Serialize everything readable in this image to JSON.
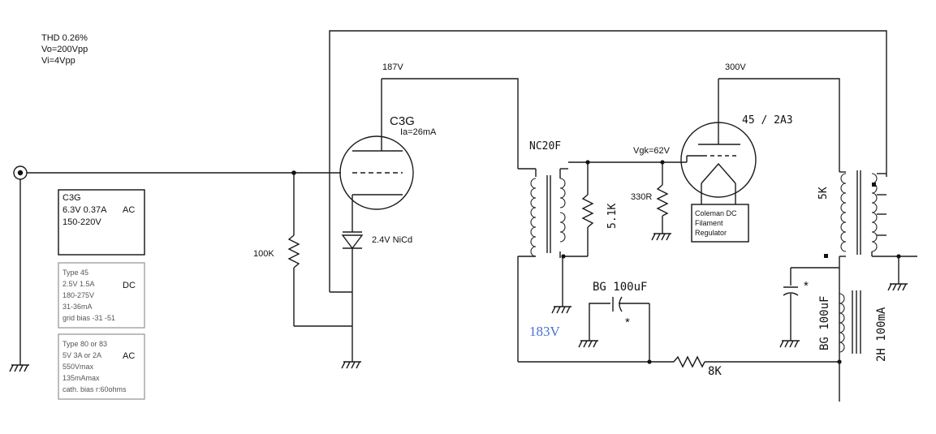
{
  "notes": {
    "thd": "THD 0.26%",
    "vo": "Vo=200Vpp",
    "vi": "Vi=4Vpp"
  },
  "spec_c3g": {
    "title": "C3G",
    "line1": "6.3V 0.37A",
    "line2": "150-220V",
    "supply": "AC"
  },
  "spec_45": {
    "lines": [
      "Type 45",
      "2.5V 1.5A",
      "180-275V",
      "31-36mA",
      "grid bias -31 -51"
    ],
    "supply": "DC"
  },
  "spec_80": {
    "lines": [
      "Type 80 or 83",
      "5V 3A or 2A",
      "550Vmax",
      "135mAmax",
      "cath. bias r:60ohms"
    ],
    "supply": "AC"
  },
  "stage1": {
    "tube": "C3G",
    "current": "Ia=26mA",
    "plate_voltage": "187V",
    "grid_resistor": "100K",
    "cathode_bias": "2.4V NiCd"
  },
  "interstage": {
    "transformer": "NC20F",
    "load": "5.1K",
    "cathode_resistor": "330R",
    "vgk": "Vgk=62V",
    "voltage": "183V"
  },
  "stage2": {
    "tube": "45 / 2A3",
    "plate_voltage": "300V",
    "regulator_lines": [
      "Coleman DC",
      "Filament",
      "Regulator"
    ]
  },
  "supply": {
    "cap1": "BG  100uF",
    "cap2": "BG 100uF",
    "resistor": "8K",
    "choke": "2H 100mA",
    "output_transformer": "5K",
    "asterisk": "*"
  }
}
